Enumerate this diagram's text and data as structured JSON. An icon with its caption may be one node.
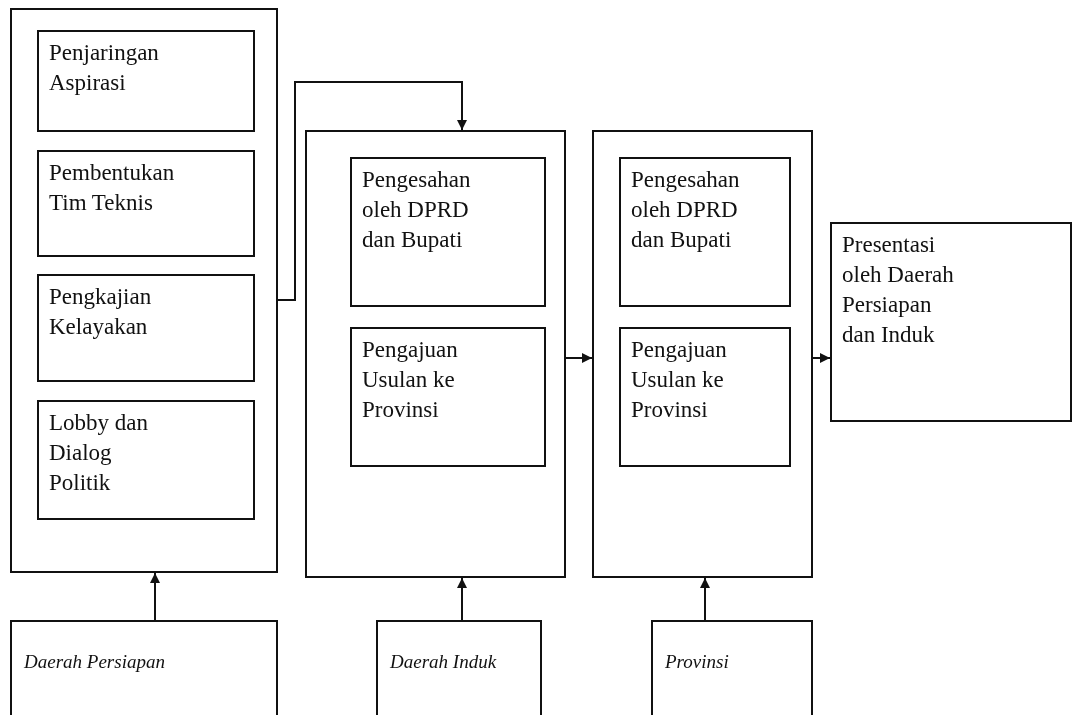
{
  "diagram": {
    "nodes": [
      {
        "text": [],
        "shape": "box"
      },
      {
        "text": [
          "Penjaringan Aspirasi"
        ],
        "in": 0
      },
      {
        "text": [
          "Pembentukan Tim Teknis"
        ],
        "in": 0
      },
      {
        "text": [
          "Pengkajian Kelayakan"
        ],
        "in": 0
      },
      {
        "text": [
          "Lobby dan Dialog Politik"
        ],
        "in": 0
      },
      {
        "text": [],
        "shape": "box"
      },
      {
        "text": [
          "Pengesahan oleh DPRD dan Bupati"
        ],
        "in": 5
      },
      {
        "text": [
          "Pengajuan Usulan ke Provinsi"
        ],
        "in": 5
      },
      {
        "text": [],
        "shape": "box"
      },
      {
        "text": [
          "Pengesahan oleh DPRD dan Bupati"
        ],
        "in": 8
      },
      {
        "text": [
          "Pengajuan Usulan ke Provinsi"
        ],
        "in": 8
      },
      {
        "text": [
          "Presentasi oleh Daerah Persiapan dan Induk"
        ]
      },
      {
        "text": [
          "Daerah Persiapan"
        ]
      },
      {
        "text": [
          "Daerah Induk"
        ]
      },
      {
        "text": [
          "Provinsi"
        ]
      }
    ],
    "edges": [
      {
        "from": 0,
        "to": 5,
        "arrow": "to"
      },
      {
        "from": 5,
        "to": 8,
        "arrow": "to"
      },
      {
        "from": 8,
        "to": 11,
        "arrow": "to"
      },
      {
        "from": 12,
        "to": 0,
        "arrow": "to"
      },
      {
        "from": 13,
        "to": 5,
        "arrow": "to"
      },
      {
        "from": 14,
        "to": 8,
        "arrow": "to"
      }
    ]
  }
}
